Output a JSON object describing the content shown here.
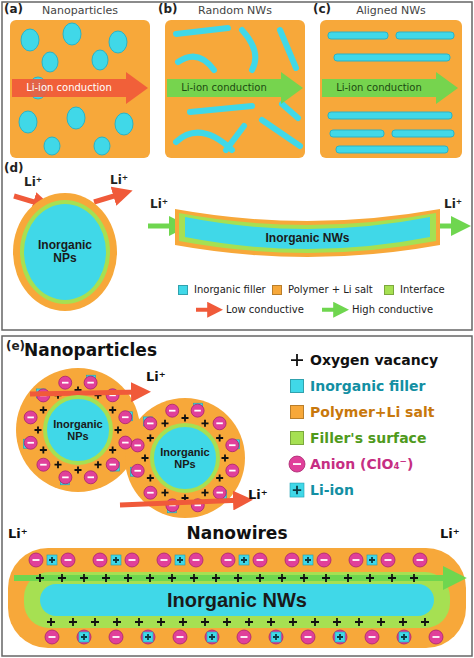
{
  "diagram": {
    "nodes": [
      {
        "text": [
          "Inorganic NPs"
        ]
      },
      {
        "text": [
          "Inorganic NWs"
        ]
      },
      {
        "text": [
          "Inorganic NPs"
        ]
      },
      {
        "text": [
          "Inorganic NPs"
        ]
      },
      {
        "text": [
          "Inorganic NWs"
        ]
      }
    ],
    "labels": [
      "(a)",
      "Nanoparticles",
      "Li-ion conduction",
      "(b)",
      "Random NWs",
      "Li-ion conduction",
      "(c)",
      "Aligned NWs",
      "Li-ion conduction",
      "(d)",
      "Li⁺",
      "Li⁺",
      "Li⁺",
      "Li⁺",
      "(e)",
      "Nanoparticles",
      "Li⁺",
      "Li⁺",
      "Nanowires",
      "Li⁺",
      "Li⁺"
    ],
    "legend": [
      {
        "text": "Inorganic filler",
        "color": "#40d8e8"
      },
      {
        "text": "Polymer + Li salt",
        "color": "#f7a83a"
      },
      {
        "text": "Interface",
        "color": "#a6e052"
      },
      {
        "text": "Low conductive"
      },
      {
        "text": "High conductive"
      },
      {
        "text": "Oxygen vacancy"
      },
      {
        "text": "Inorganic filler",
        "color": "#40d8e8"
      },
      {
        "text": "Polymer+Li salt",
        "color": "#f7a83a"
      },
      {
        "text": "Filler's surface",
        "color": "#a6e052"
      },
      {
        "text": "Anion (ClO₄⁻)"
      },
      {
        "text": "Li-ion"
      }
    ]
  }
}
